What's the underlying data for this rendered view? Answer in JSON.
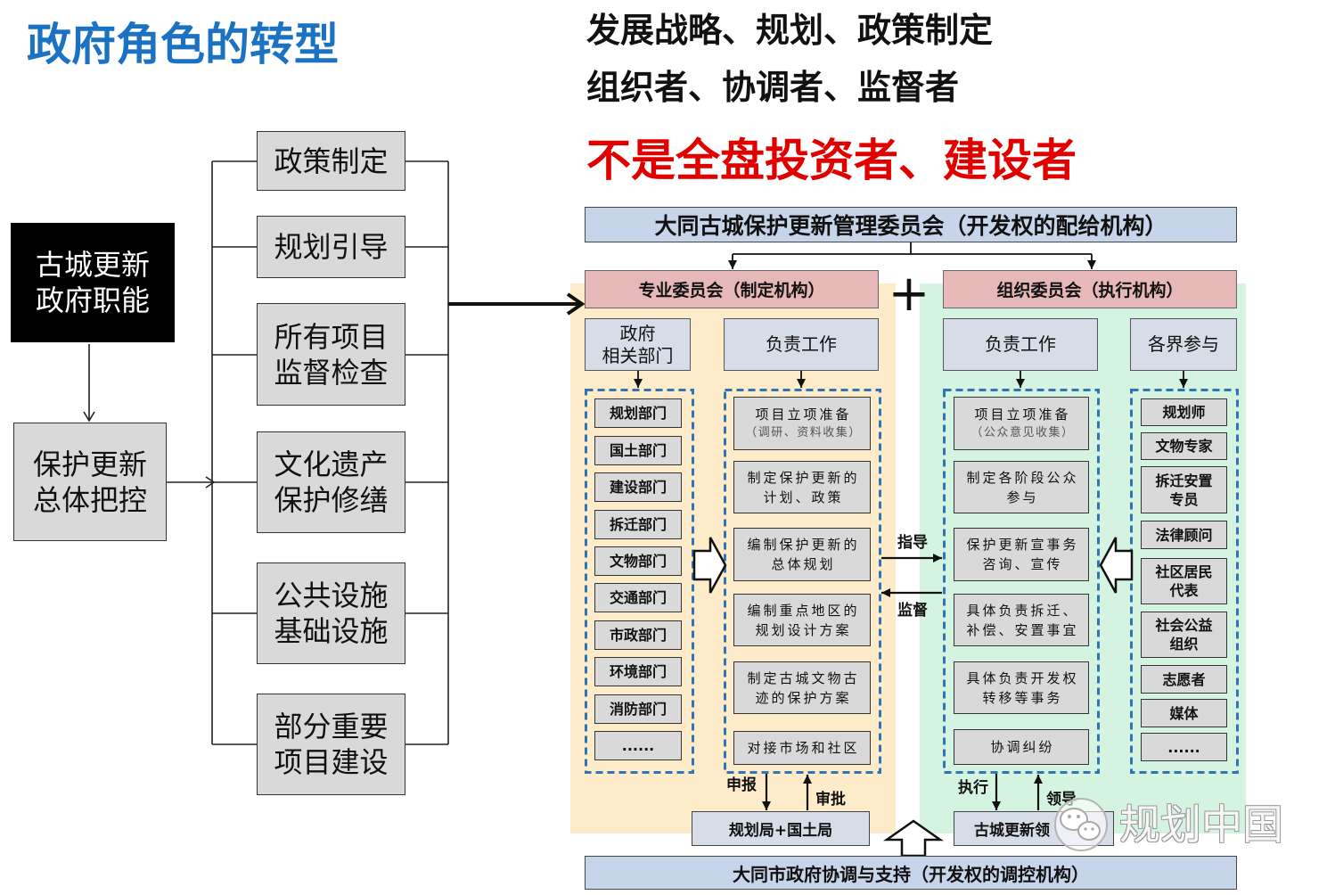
{
  "title": "政府角色的转型",
  "headline": {
    "line1": "发展战略、规划、政策制定",
    "line2": "组织者、协调者、监督者",
    "line3": "不是全盘投资者、建设者"
  },
  "functions": {
    "gov_function": "古城更新\n政府职能",
    "overall_control": "保护更新\n总体把控",
    "branches": [
      "政策制定",
      "规划引导",
      "所有项目\n监督检查",
      "文化遗产\n保护修缮",
      "公共设施\n基础设施",
      "部分重要\n项目建设"
    ]
  },
  "structure": {
    "management_committee": "大同古城保护更新管理委员会（开发权的配给机构）",
    "plus": "+",
    "professional_committee": "专业委员会（制定机构）",
    "organizing_committee": "组织委员会（执行机构）",
    "departments": {
      "header": "政府\n相关部门",
      "items": [
        "规划部门",
        "国土部门",
        "建设部门",
        "拆迁部门",
        "文物部门",
        "交通部门",
        "市政部门",
        "环境部门",
        "消防部门",
        "......"
      ]
    },
    "professional_work": {
      "header": "负责工作",
      "first_title": "项目立项准备",
      "first_note": "（调研、资料收集）",
      "items": [
        "制定保护更新的\n计划、政策",
        "编制保护更新的\n总体规划",
        "编制重点地区的\n规划设计方案",
        "制定古城文物古\n迹的保护方案",
        "对接市场和社区"
      ]
    },
    "organizing_work": {
      "header": "负责工作",
      "first_title": "项目立项准备",
      "first_note": "（公众意见收集）",
      "items": [
        "制定各阶段公众\n参与",
        "保护更新宣事务\n咨询、宣传",
        "具体负责拆迁、\n补偿、安置事宜",
        "具体负责开发权\n转移等事务",
        "协调纠纷"
      ]
    },
    "participants": {
      "header": "各界参与",
      "items": [
        "规划师",
        "文物专家",
        "拆迁安置\n专员",
        "法律顾问",
        "社区居民\n代表",
        "社会公益\n组织",
        "志愿者",
        "媒体",
        "......"
      ]
    },
    "flows": {
      "guide": "指导",
      "supervise": "监督",
      "declare": "申报",
      "approve": "审批",
      "execute": "执行",
      "lead": "领导"
    },
    "planning_bureau": "规划局+国土局",
    "leading_group": "古城更新领",
    "city_government": "大同市政府协调与支持（开发权的调控机构）"
  },
  "watermark": "规划中国",
  "colors": {
    "title_blue": "#1b72c2",
    "warning_red": "#e00000",
    "dashed_blue": "#2f75b6",
    "yellow_panel": "#fdebc9",
    "green_panel": "#d4f4e1",
    "pink_box": "#e6b8b7",
    "blue_box": "#c6d5ea",
    "header_box": "#d6dde9",
    "gray_box": "#d9d9d9"
  },
  "icons": {
    "watermark_logo": "wechat-logo-icon",
    "hollow_arrows": "block-arrow-icon"
  }
}
